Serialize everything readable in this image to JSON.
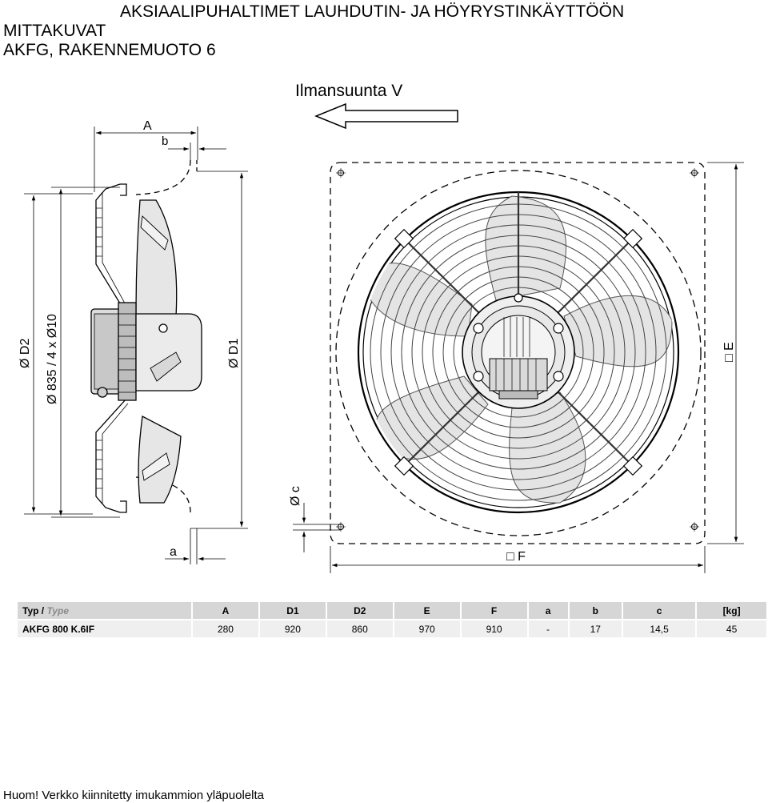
{
  "header": {
    "title": "AKSIAALIPUHALTIMET LAUHDUTIN- JA HÖYRYSTINKÄYTTÖÖN",
    "subtitle": "MITTAKUVAT",
    "model_line": "AKFG, RAKENNEMUOTO 6"
  },
  "drawing": {
    "airflow_label": "Ilmansuunta V",
    "dim_A": "A",
    "dim_b": "b",
    "dim_a": "a",
    "dim_D2": "Ø D2",
    "dim_holes": "Ø 835 / 4 x Ø10",
    "dim_D1": "Ø D1",
    "dim_c": "Ø c",
    "dim_E": "□ E",
    "dim_F": "□ F"
  },
  "table": {
    "headers": {
      "type_fi": "Typ /",
      "type_en": "Type",
      "A": "A",
      "D1": "D1",
      "D2": "D2",
      "E": "E",
      "F": "F",
      "a": "a",
      "b": "b",
      "c": "c",
      "kg": "[kg]"
    },
    "row": {
      "type": "AKFG 800 K.6IF",
      "A": "280",
      "D1": "920",
      "D2": "860",
      "E": "970",
      "F": "910",
      "a": "-",
      "b": "17",
      "c": "14,5",
      "kg": "45"
    }
  },
  "note": "Huom! Verkko kiinnitetty imukammion yläpuolelta"
}
